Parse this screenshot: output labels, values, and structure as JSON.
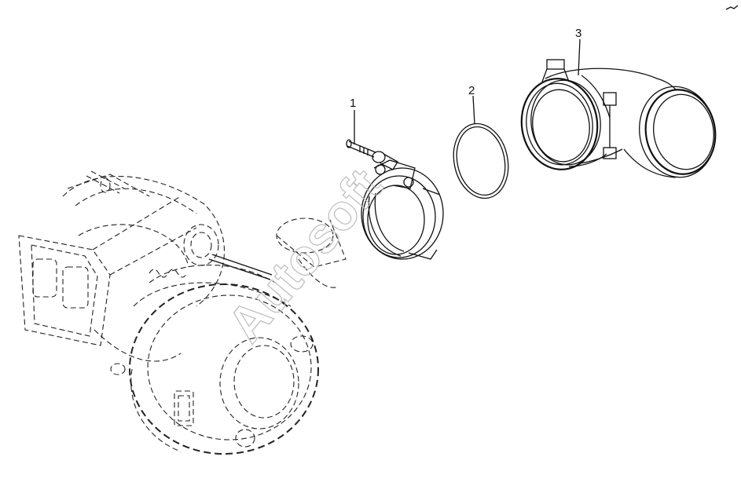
{
  "callouts": {
    "item_1": "1",
    "item_2": "2",
    "item_3": "3"
  },
  "watermark": {
    "text": "Autosoft"
  },
  "parts": [
    {
      "number": "1",
      "name": "v-band-clamp"
    },
    {
      "number": "2",
      "name": "o-ring-seal"
    },
    {
      "number": "3",
      "name": "elbow-pipe"
    }
  ],
  "colors": {
    "line": "#111111",
    "background": "#ffffff",
    "watermark": "#bdbdbd"
  }
}
